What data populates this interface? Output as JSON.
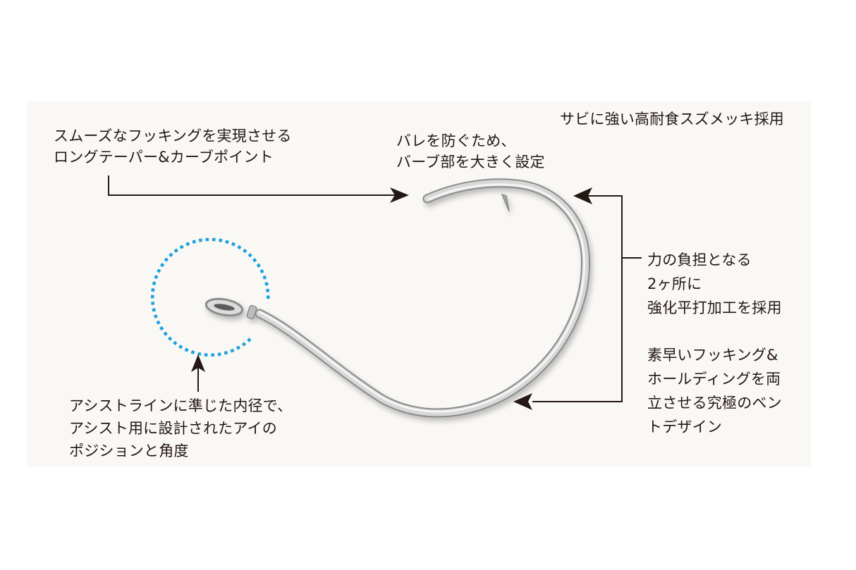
{
  "diagram": {
    "subject": "fishing hook feature callouts",
    "colors": {
      "page_background": "#ffffff",
      "panel_background": "#faf8f5",
      "text": "#231815",
      "arrow": "#231815",
      "eye_circle": "#1aa0e0",
      "hook_metal_light": "#f2f2f2",
      "hook_metal_mid": "#c9c9c9",
      "hook_metal_dark": "#8f8f8f"
    },
    "callouts": {
      "point": {
        "lines": [
          "スムーズなフッキングを実現させる",
          "ロングテーパー&カーブポイント"
        ]
      },
      "barb": {
        "lines": [
          "バレを防ぐため、",
          "バーブ部を大きく設定"
        ]
      },
      "plating": {
        "lines": [
          "サビに強い高耐食スズメッキ採用"
        ]
      },
      "forged": {
        "lines": [
          "力の負担となる",
          "2ヶ所に",
          "強化平打加工を採用"
        ]
      },
      "bend": {
        "lines": [
          "素早いフッキング&",
          "ホールディングを両",
          "立させる究極のベン",
          "トデザイン"
        ]
      },
      "eye": {
        "lines": [
          "アシストラインに準じた内径で、",
          "アシスト用に設計されたアイの",
          "ポジションと角度"
        ]
      }
    }
  }
}
